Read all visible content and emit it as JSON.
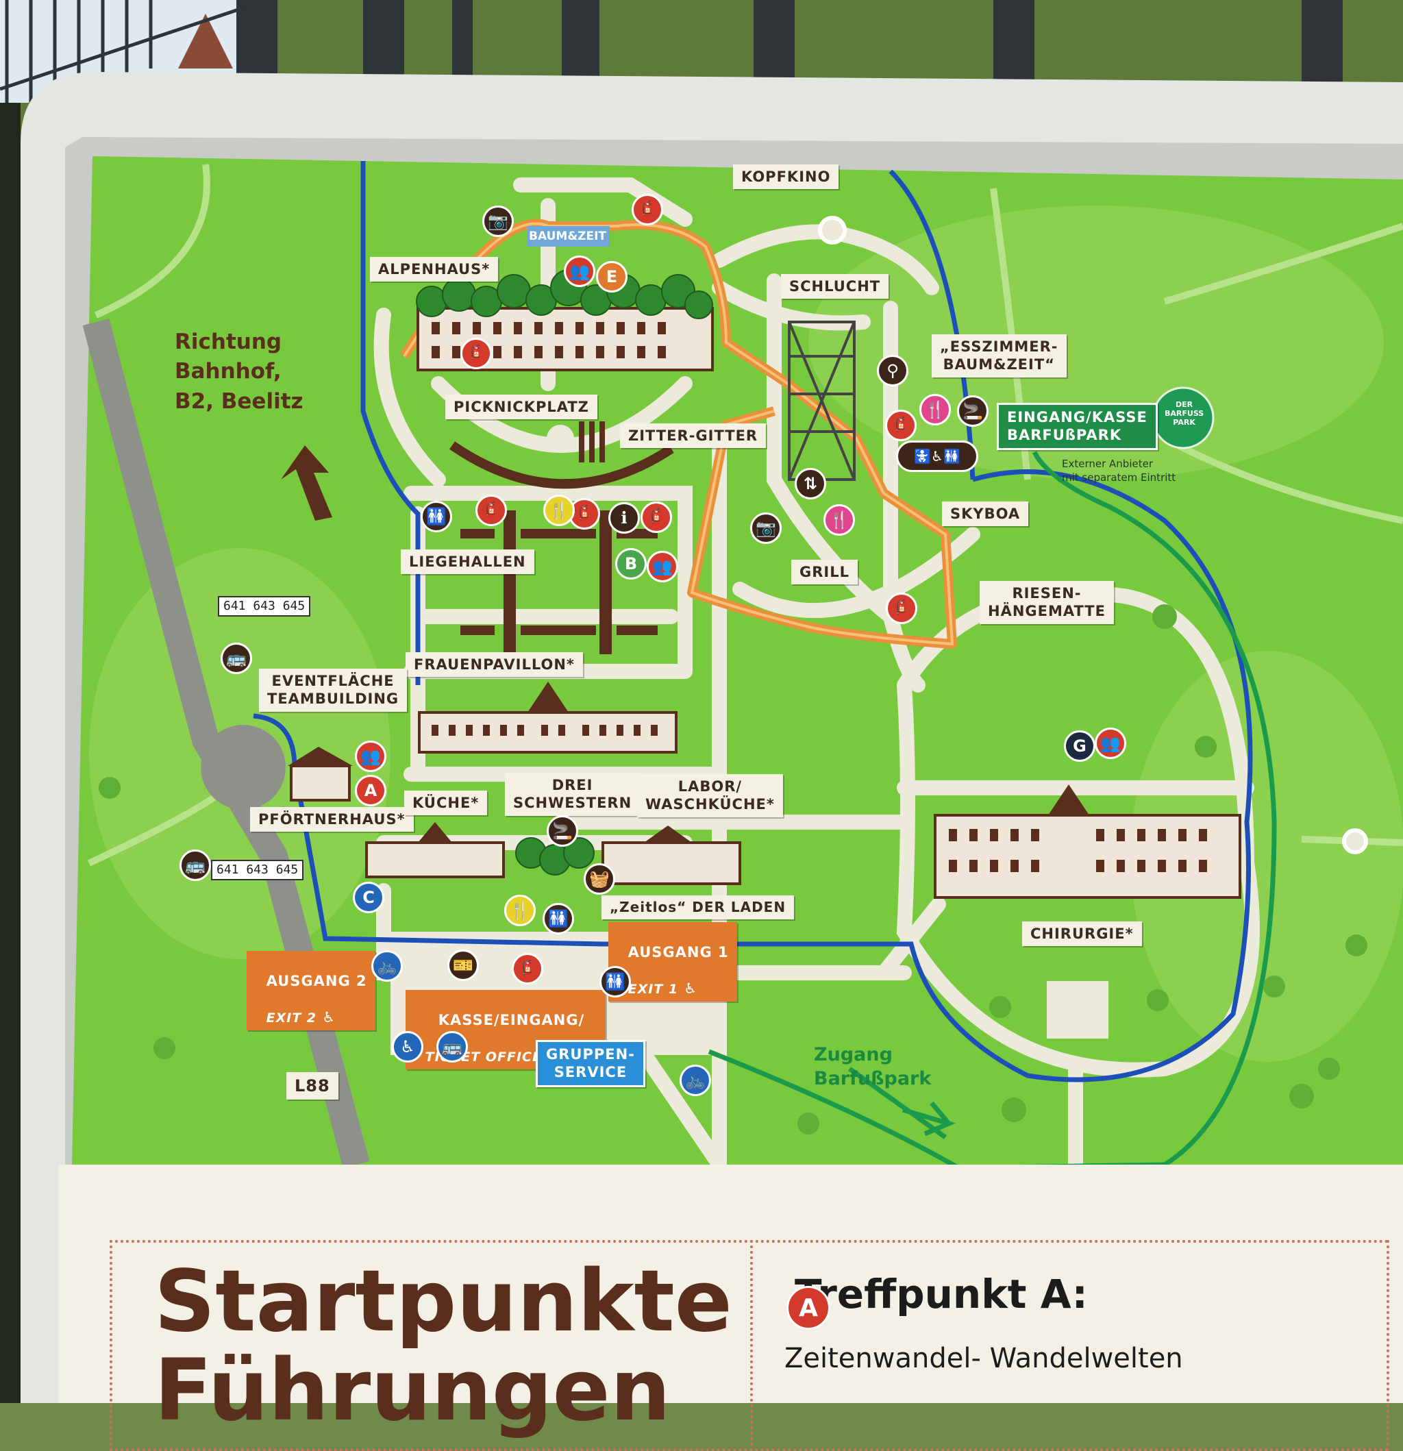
{
  "map": {
    "labels": {
      "kopfkino": "KOPFKINO",
      "alpenhaus": "ALPENHAUS*",
      "schlucht": "SCHLUCHT",
      "esszimmer": "„ESSZIMMER-\nBAUM&ZEIT“",
      "picknickplatz": "PICKNICKPLATZ",
      "zitter_gitter": "ZITTER-GITTER",
      "liegehallen": "LIEGEHALLEN",
      "skyboa": "SKYBOA",
      "grill": "GRILL",
      "riesen_haengematte": "RIESEN-\nHÄNGEMATTE",
      "frauenpavillon": "FRAUENPAVILLON*",
      "eventflaeche": "EVENTFLÄCHE\nTEAMBUILDING",
      "pfoertnerhaus": "PFÖRTNERHAUS*",
      "kueche": "KÜCHE*",
      "drei_schwestern": "DREI\nSCHWESTERN",
      "labor": "LABOR/\nWASCHKÜCHE*",
      "zeitlos": "„Zeitlos“ DER LADEN",
      "chirurgie": "CHIRURGIE*",
      "l88": "L88",
      "baum_zeit_sign": "BAUM&ZEIT"
    },
    "exits": {
      "ausgang1": "AUSGANG 1",
      "exit1": "EXIT 1",
      "ausgang2": "AUSGANG 2",
      "exit2": "EXIT 2",
      "kasse": "KASSE/EINGANG/",
      "ticket": "TICKET OFFICE/ENTRY",
      "gruppen": "GRUPPEN-\nSERVICE"
    },
    "barfuss": {
      "eingang": "EINGANG/KASSE\nBARFUßPARK",
      "extern": "Externer Anbieter\nmit separatem Eintritt",
      "logo_text": "DER\nBARFUSS\nPARK",
      "zugang": "Zugang\nBarfußpark"
    },
    "direction": "Richtung\nBahnhof,\nB2, Beelitz",
    "bus_lines_top": "641\n643\n645",
    "bus_lines_bottom": "641\n643\n645",
    "meeting_points": [
      "A",
      "B",
      "C",
      "E",
      "G"
    ],
    "icons": [
      "camera-icon",
      "fire-extinguisher-icon",
      "group-icon",
      "restroom-icon",
      "restaurant-icon",
      "info-icon",
      "smoking-icon",
      "elevator-icon",
      "bus-icon",
      "bike-parking-icon",
      "accessible-parking-icon",
      "bus-parking-icon",
      "shopping-basket-icon",
      "playground-icon"
    ],
    "colors": {
      "grass": "#79c93e",
      "path": "#e9e8d8",
      "blue_route": "#1d4fb8",
      "green_route": "#1a9a4a",
      "treetop_walk": "#e8913a",
      "building": "#5a2e1c",
      "label_bg": "#f4f1e4",
      "exit_orange": "#e0792c"
    }
  },
  "legend": {
    "title": "Startpunkte\nFührungen",
    "meeting_badge": "A",
    "meeting_title": "Treffpunkt A:",
    "meeting_desc": "Zeitenwandel- Wandelwelten"
  }
}
